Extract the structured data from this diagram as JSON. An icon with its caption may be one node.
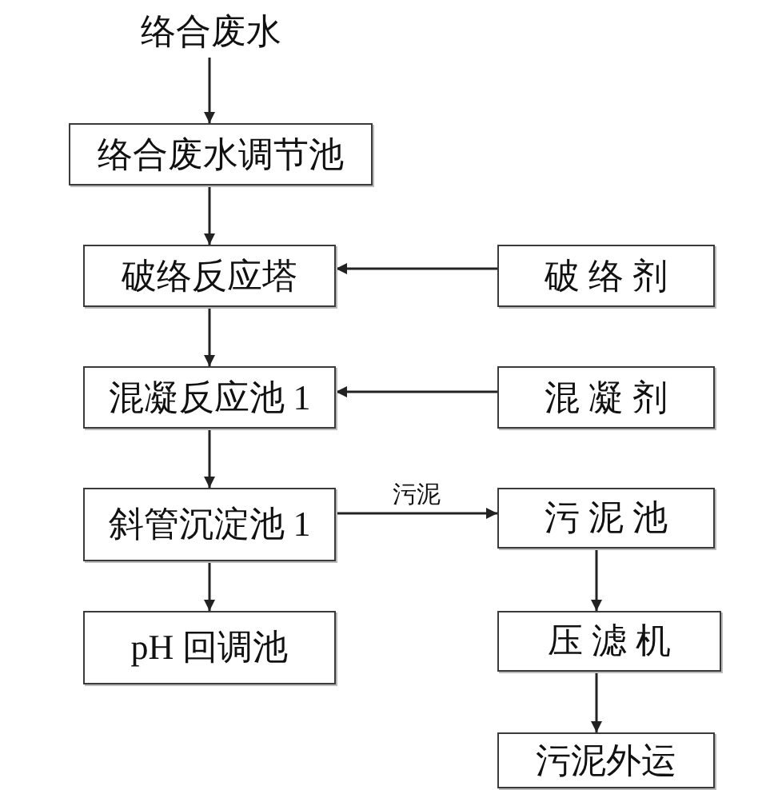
{
  "diagram": {
    "nodes": [
      {
        "text": [
          "络合废水"
        ]
      },
      {
        "text": [
          "络合废水调节池"
        ]
      },
      {
        "text": [
          "破络反应塔"
        ]
      },
      {
        "text": [
          "破 络 剂"
        ]
      },
      {
        "text": [
          "混凝反应池 1"
        ]
      },
      {
        "text": [
          "混 凝 剂"
        ]
      },
      {
        "text": [
          "斜管沉淀池 1"
        ]
      },
      {
        "text": [
          "污 泥 池"
        ]
      },
      {
        "text": [
          "pH 回调池"
        ]
      },
      {
        "text": [
          "压 滤 机"
        ]
      },
      {
        "text": [
          "污泥外运"
        ]
      }
    ],
    "edges": [
      {
        "from": 0,
        "to": 1,
        "arrow": "to"
      },
      {
        "from": 1,
        "to": 2,
        "arrow": "to"
      },
      {
        "from": 3,
        "to": 2,
        "arrow": "to"
      },
      {
        "from": 2,
        "to": 4,
        "arrow": "to"
      },
      {
        "from": 5,
        "to": 4,
        "arrow": "to"
      },
      {
        "from": 4,
        "to": 6,
        "arrow": "to"
      },
      {
        "from": 6,
        "to": 7,
        "label": "污泥",
        "arrow": "to"
      },
      {
        "from": 6,
        "to": 8,
        "arrow": "to"
      },
      {
        "from": 7,
        "to": 9,
        "arrow": "to"
      },
      {
        "from": 9,
        "to": 10,
        "arrow": "to"
      }
    ]
  }
}
